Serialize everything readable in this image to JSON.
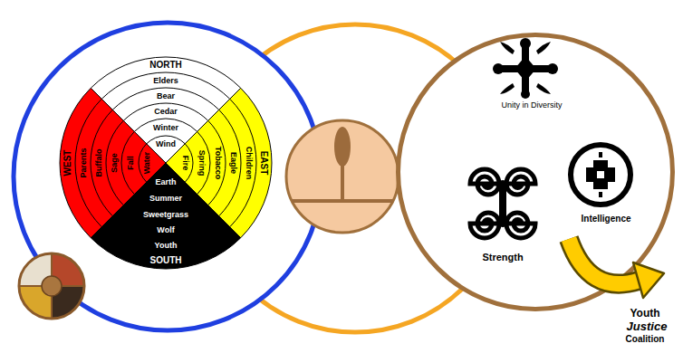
{
  "diagram": {
    "nodes": [
      {
        "text": [
          "NORTH",
          "Elders",
          "Bear",
          "Cedar",
          "Winter",
          "Wind"
        ]
      },
      {
        "text": [
          "EAST",
          "Children",
          "Eagle",
          "Tobacco",
          "Spring",
          "Fire"
        ]
      },
      {
        "text": [
          "SOUTH",
          "Youth",
          "Wolf",
          "Sweetgrass",
          "Summer",
          "Earth"
        ]
      },
      {
        "text": [
          "WEST",
          "Parents",
          "Buffalo",
          "Sage",
          "Fall",
          "Water"
        ]
      },
      {
        "text": [
          "Unity in Diversity",
          "Strength",
          "Intelligence"
        ]
      }
    ],
    "labels": [
      "Youth",
      "Justice",
      "Coalition"
    ]
  }
}
